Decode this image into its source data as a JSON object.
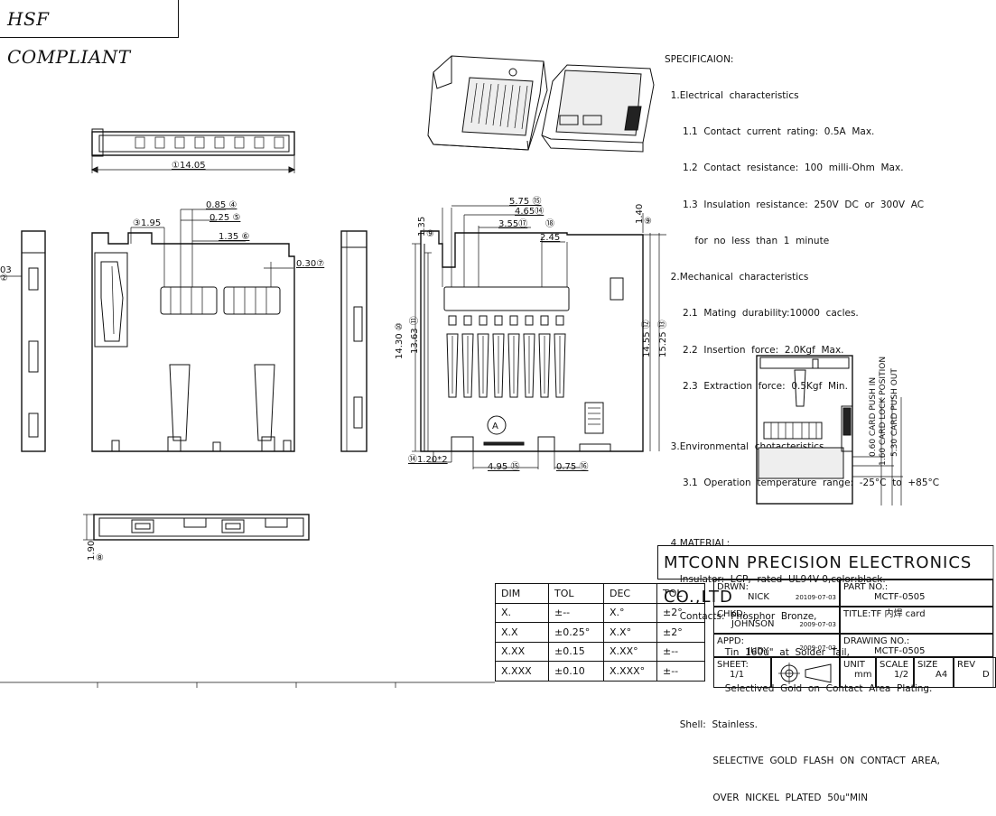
{
  "compliance_banner": "HSF COMPLIANT",
  "specification": {
    "heading": "SPECIFICAION:",
    "lines": [
      "  1.Electrical  characteristics",
      "      1.1  Contact  current  rating:  0.5A  Max.",
      "      1.2  Contact  resistance:  100  milli-Ohm  Max.",
      "      1.3  Insulation  resistance:  250V  DC  or  300V  AC",
      "          for  no  less  than  1  minute",
      "  2.Mechanical  characteristics",
      "      2.1  Mating  durability:10000  cacles.",
      "      2.2  Insertion  force:  2.0Kgf  Max.",
      "      2.3  Extraction  force:  0.5Kgf  Min.",
      "",
      "  3.Environmental  chotacteristics",
      "      3.1  Operation  temperature  range:  -25°C  to  +85°C",
      "",
      "  4.MATERIAL:",
      "     Insulator:  LCP,  rated  UL94V-0,color:black.",
      "     Contacts:  Phosphor  Bronze,",
      "                    Tin  160u\"  at  Solder  Tail,",
      "                    Selectived  Gold  on  Contact  Area  Plating.",
      "     Shell:  Stainless.",
      "                SELECTIVE  GOLD  FLASH  ON  CONTACT  AREA,",
      "                OVER  NICKEL  PLATED  50u\"MIN"
    ]
  },
  "dimensions": {
    "top_width": "①14.05",
    "d195": "③1.95",
    "d085": "0.85 ④",
    "d025": "0.25 ⑤",
    "d135a": "1.35 ⑥",
    "d030": "0.30⑦",
    "d103": "03",
    "d103b": "②",
    "d190": "1.90",
    "d190b": "⑧",
    "d575": "5.75 ⑮",
    "d465": "4.65⑭",
    "d355": "3.55⑰",
    "d245": "2.45",
    "d245b": "⑱",
    "d135b": "1.35",
    "d135bb": "⑨",
    "d140": "1.40",
    "d140b": "⑨",
    "d1430": "14.30 ⑩",
    "d1363": "13.63 ⑪",
    "d1455": "14.55 ⑫",
    "d1525": "15.25 ⑬",
    "d120": "⑭1.20*2",
    "d495": "4.95 ⑮",
    "d075": "0.75 ⑯",
    "push_in": "0.60  CARD PUSH IN",
    "lock_pos": "1.60  CARD LOCK POSITION",
    "push_out": "5.30  CARD PUSH OUT"
  },
  "title_block": {
    "company": "MTCONN PRECISION ELECTRONICS CO.,LTD",
    "tolerance_table": {
      "header": [
        "DIM",
        "TOL",
        "DEC",
        "TOL"
      ],
      "rows": [
        [
          "X.",
          "±--",
          "X.°",
          "±2°"
        ],
        [
          "X.X",
          "±0.25°",
          "X.X°",
          "±2°"
        ],
        [
          "X.XX",
          "±0.15",
          "X.XX°",
          "±--"
        ],
        [
          "X.XXX",
          "±0.10",
          "X.XXX°",
          "±--"
        ]
      ]
    },
    "drawn_label": "DRWN:",
    "drawn_name": "NICK",
    "drawn_date": "20109-07-03",
    "checked_label": "CHKD:",
    "checked_name": "JOHNSON",
    "checked_date": "2009-07-03",
    "approved_label": "APPD:",
    "approved_name": "JUDY",
    "approved_date": "2009-07-03",
    "sheet_label": "SHEET:",
    "sheet_value": "1/1",
    "part_no_label": "PART NO.:",
    "part_no": "MCTF-0505",
    "title_label": "TITLE:",
    "title_value": "TF 内焊 card",
    "drawing_no_label": "DRAWING NO.:",
    "drawing_no": "MCTF-0505",
    "unit_label": "UNIT",
    "unit_value": "mm",
    "scale_label": "SCALE",
    "scale_value": "1/2",
    "size_label": "SIZE",
    "size_value": "A4",
    "rev_label": "REV",
    "rev_value": "D"
  }
}
